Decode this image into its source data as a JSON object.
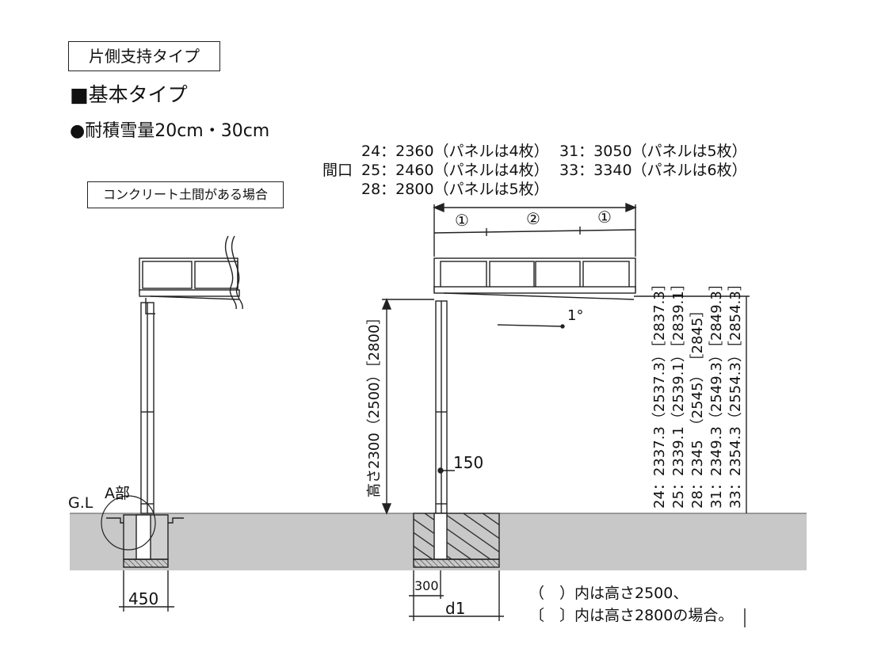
{
  "type_label": "片側支持タイプ",
  "section_heading": "■基本タイプ",
  "snow_load": "●耐積雪量20cm・30cm",
  "concrete_note": "コンクリート土間がある場合",
  "opening": {
    "label": "間口",
    "specs": [
      "24：2360（パネルは4枚）",
      "25：2460（パネルは4枚）",
      "28：2800（パネルは5枚）",
      "31：3050（パネルは5枚）",
      "33：3340（パネルは6枚）"
    ]
  },
  "panel_markers": [
    "①",
    "②",
    "①"
  ],
  "angle": "1°",
  "height_dim": "高さ2300（2500）［2800］",
  "post_offset": "150",
  "gl_label": "G.L",
  "a_part_label": "A部",
  "footing_width": "450",
  "footing_300": "300",
  "d1_label": "d1",
  "total_heights": [
    "24：2337.3（2537.3）［2837.3］",
    "25：2339.1（2539.1）［2839.1］",
    "28：2345　（2545）　［2845］",
    "31：2349.3（2549.3）［2849.3］",
    "33：2354.3（2554.3）［2854.3］"
  ],
  "notes": [
    "（　）内は高さ2500、",
    "〔　〕内は高さ2800の場合。"
  ],
  "colors": {
    "ground": "#c8c8c8",
    "line": "#222222"
  }
}
